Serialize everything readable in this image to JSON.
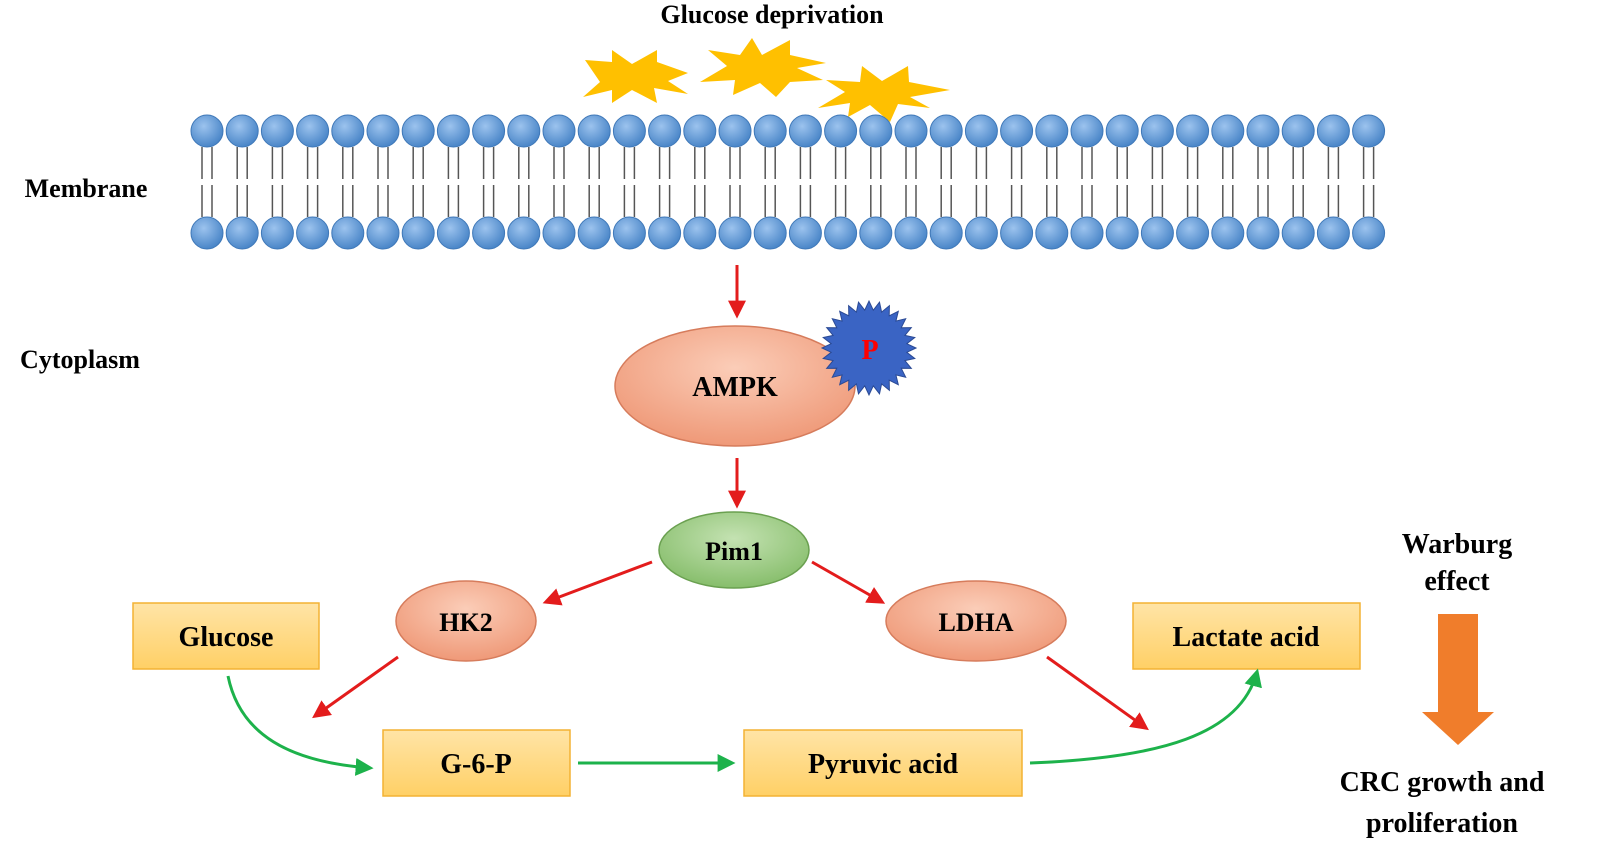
{
  "labels": {
    "title": "Glucose deprivation",
    "membrane": "Membrane",
    "cytoplasm": "Cytoplasm",
    "phospho": "P",
    "warburg_line1": "Warburg",
    "warburg_line2": "effect",
    "outcome_line1": "CRC growth and",
    "outcome_line2": "proliferation"
  },
  "nodes": {
    "ampk": "AMPK",
    "pim1": "Pim1",
    "hk2": "HK2",
    "ldha": "LDHA",
    "glucose": "Glucose",
    "g6p": "G-6-P",
    "pyruvic": "Pyruvic acid",
    "lactate": "Lactate acid"
  },
  "colors": {
    "lipid_head": "#5b9bd5",
    "enzyme_fill": "#f4a88a",
    "pim1_fill": "#93c47d",
    "box_fill": "#ffd97f",
    "box_stroke": "#f3b233",
    "red_arrow": "#e31c1c",
    "green_arrow": "#1db24b",
    "warburg_arrow": "#f07d2b",
    "starburst": "#ffc000",
    "phospho_fill": "#3a64c4",
    "phospho_text": "#ff0000"
  }
}
